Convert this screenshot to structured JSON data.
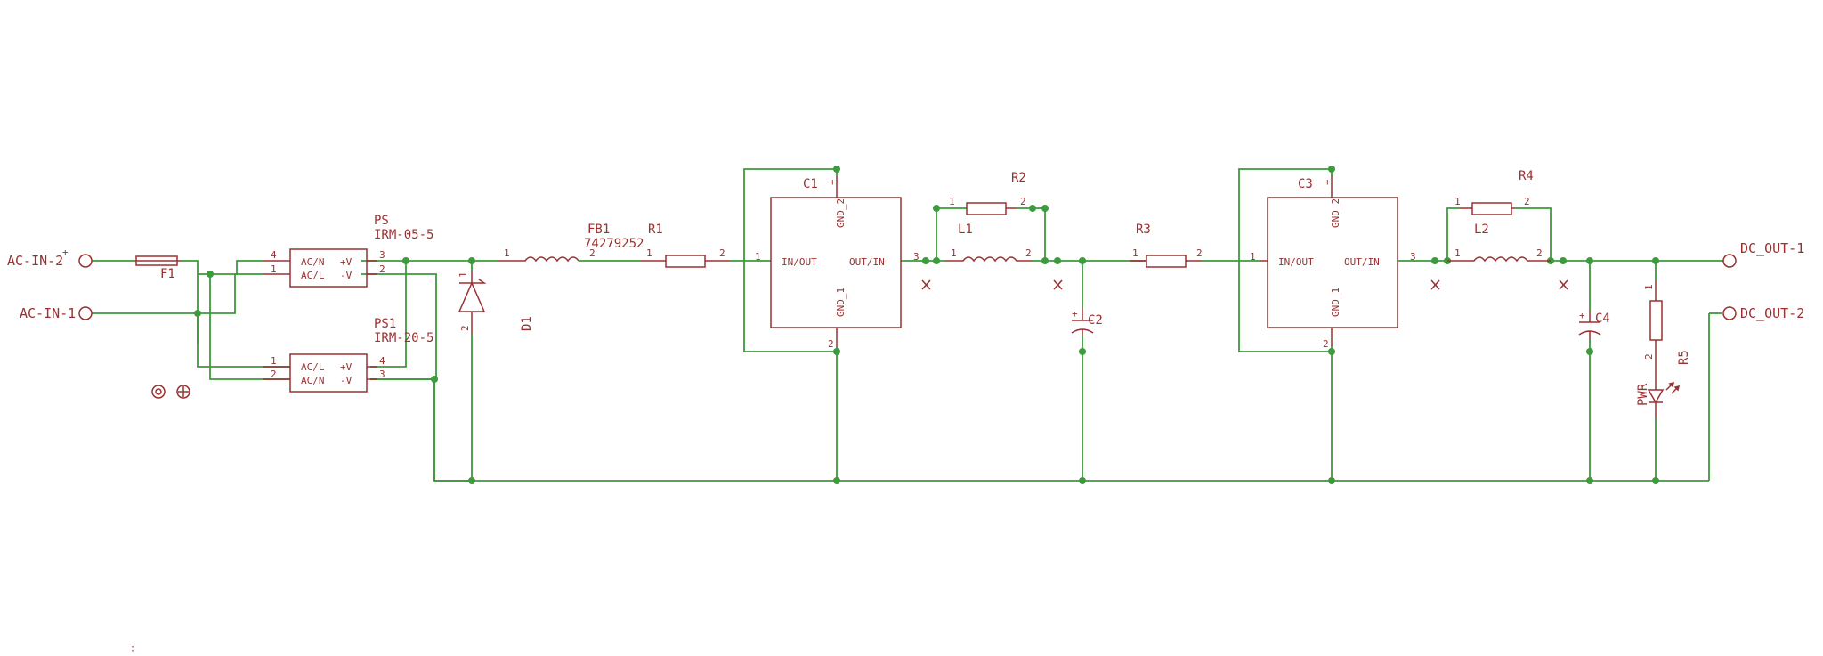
{
  "connectors": {
    "ac_in_2": "AC-IN-2",
    "ac_in_1": "AC-IN-1",
    "dc_out_1": "DC_OUT-1",
    "dc_out_2": "DC_OUT-2"
  },
  "parts": {
    "f1": "F1",
    "ps_name": "PS",
    "ps_value": "IRM-05-5",
    "ps1_name": "PS1",
    "ps1_value": "IRM-20-5",
    "d1": "D1",
    "fb1_name": "FB1",
    "fb1_value": "74279252",
    "r1": "R1",
    "c1": "C1",
    "r2": "R2",
    "l1": "L1",
    "r3": "R3",
    "c2": "C2",
    "c3": "C3",
    "r4": "R4",
    "l2": "L2",
    "c4": "C4",
    "r5": "R5",
    "pwr": "PWR"
  },
  "pins": {
    "ac_n": "AC/N",
    "ac_l": "AC/L",
    "plus_v": "+V",
    "minus_v": "-V",
    "in_out": "IN/OUT",
    "out_in": "OUT/IN",
    "gnd_1": "GND_1",
    "gnd_2": "GND_2",
    "n1": "1",
    "n2": "2",
    "n3": "3",
    "n4": "4",
    "plus": "+"
  }
}
